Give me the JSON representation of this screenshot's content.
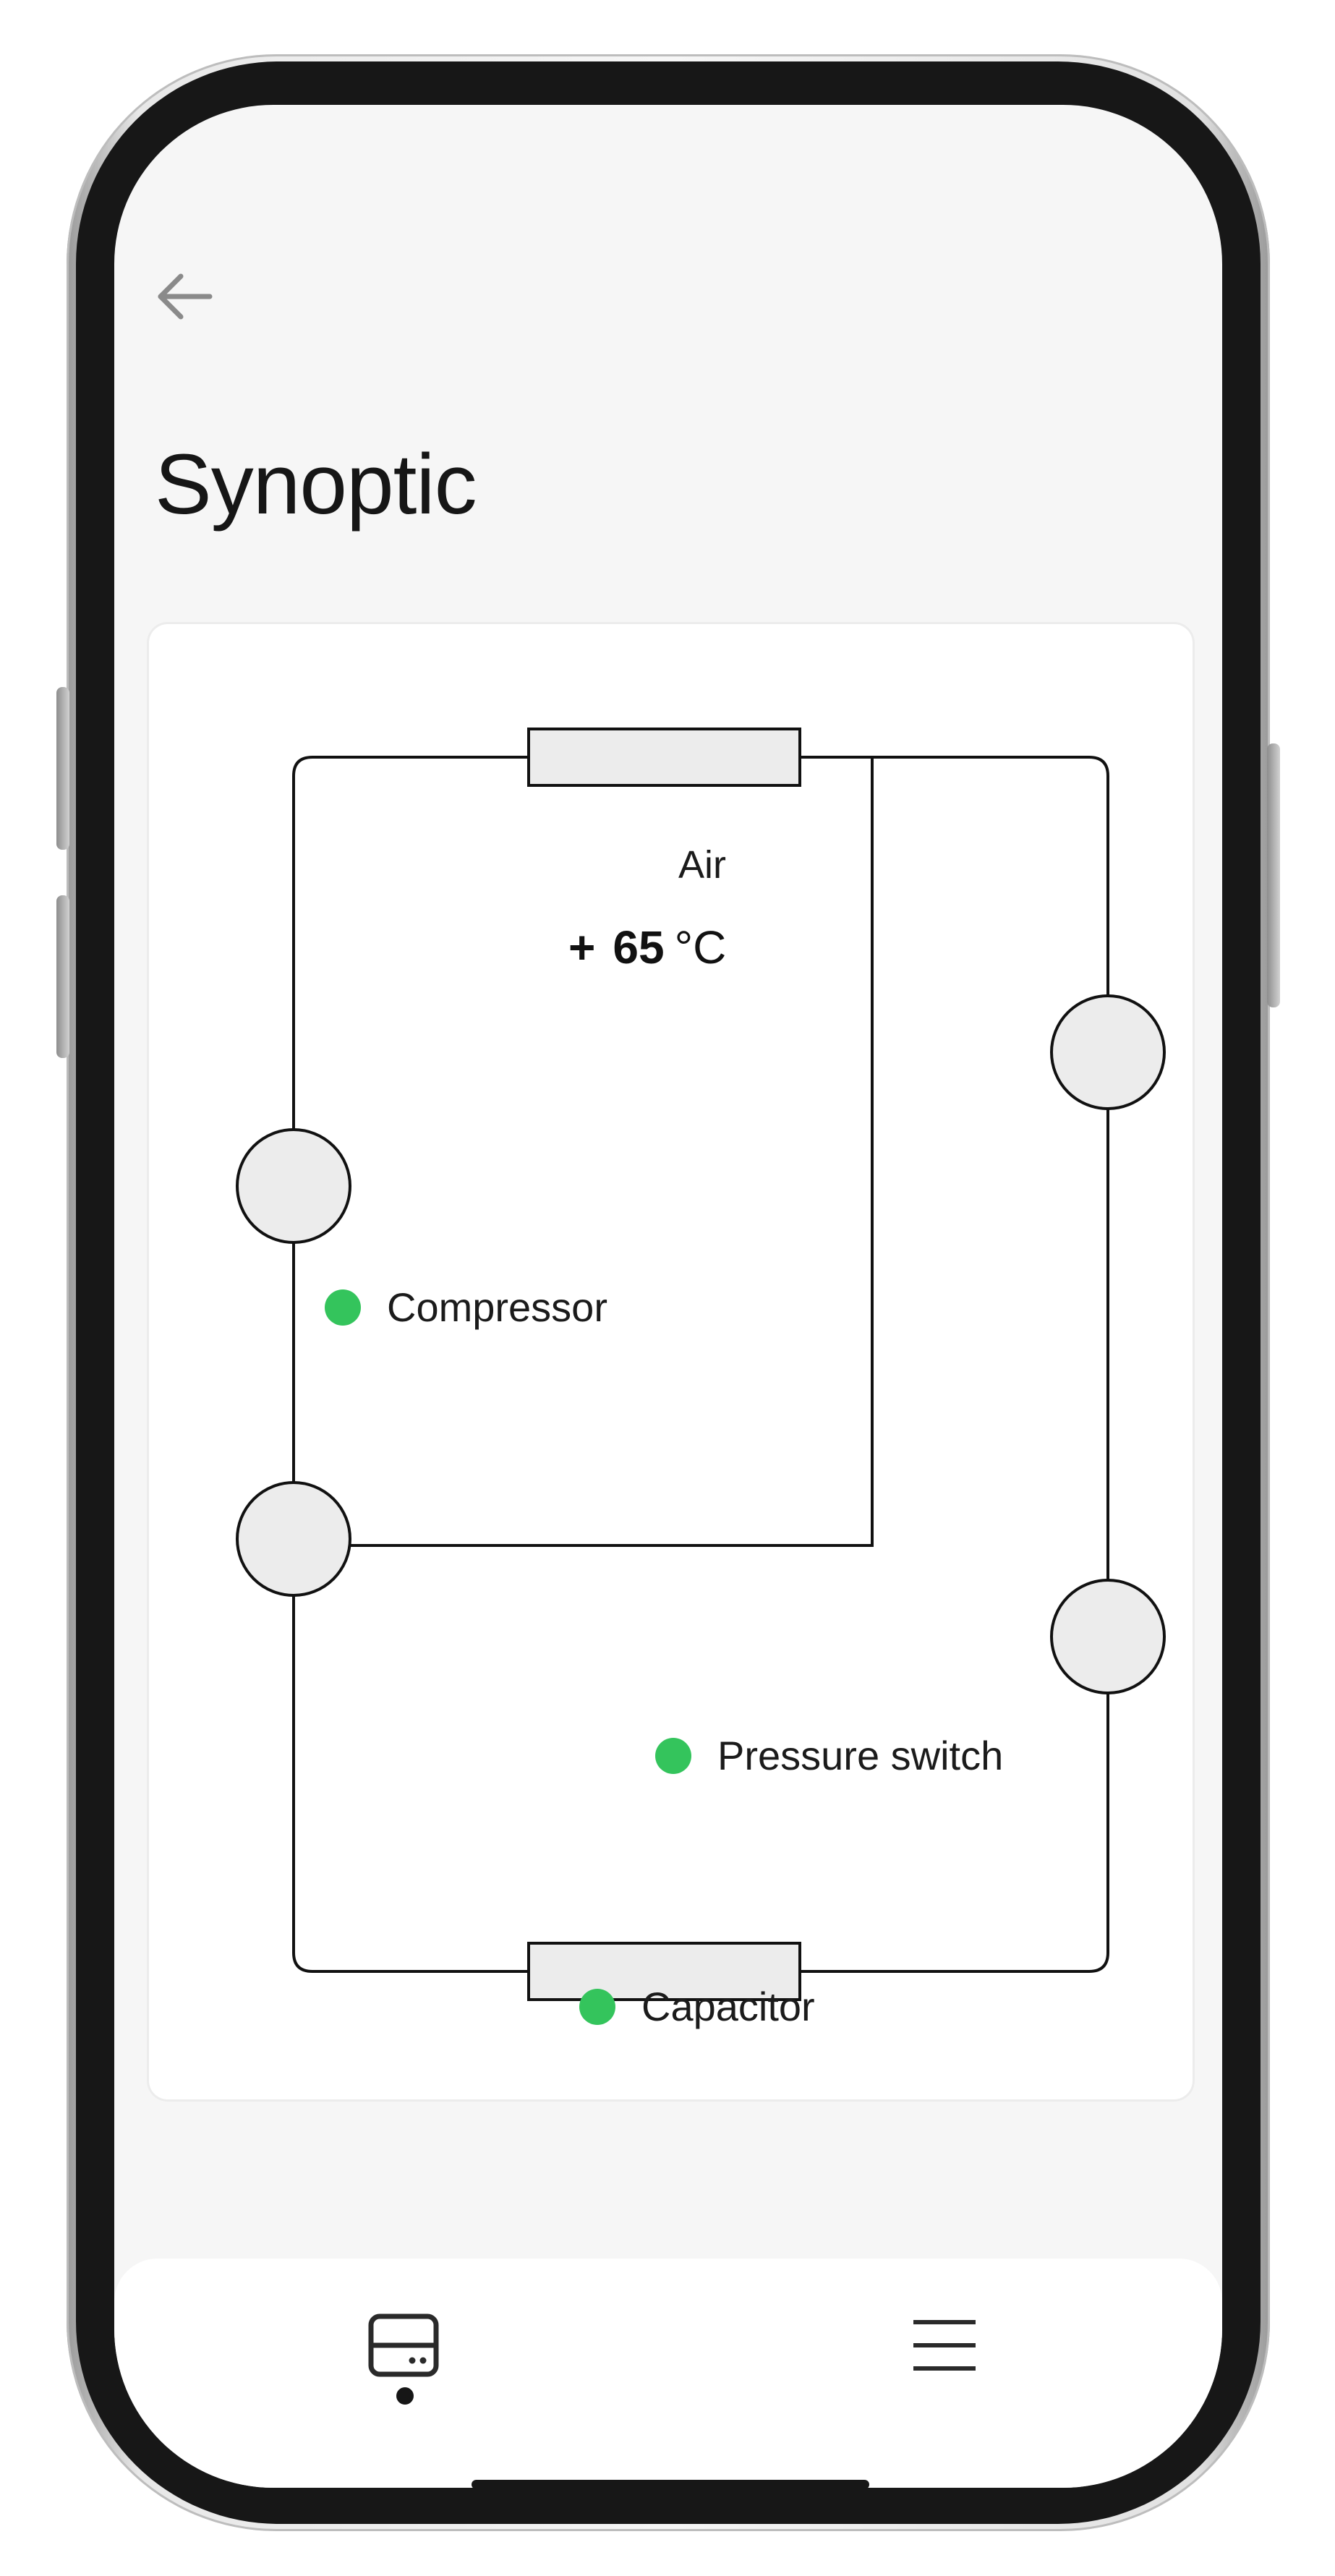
{
  "header": {
    "back_icon": "arrow-left-icon",
    "title": "Synoptic"
  },
  "diagram": {
    "air_label": "Air",
    "temperature": {
      "sign": "+",
      "value": "65",
      "unit": "°C"
    },
    "components": [
      {
        "name": "Compressor",
        "status_color": "#34c45c"
      },
      {
        "name": "Pressure switch",
        "status_color": "#34c45c"
      },
      {
        "name": "Capacitor",
        "status_color": "#34c45c"
      }
    ]
  },
  "nav": {
    "items": [
      {
        "icon": "dashboard-icon",
        "active": true
      },
      {
        "icon": "menu-icon",
        "active": false
      }
    ]
  },
  "colors": {
    "status_ok": "#34c45c",
    "background": "#f6f6f6",
    "card": "#ffffff",
    "ink": "#161616"
  }
}
